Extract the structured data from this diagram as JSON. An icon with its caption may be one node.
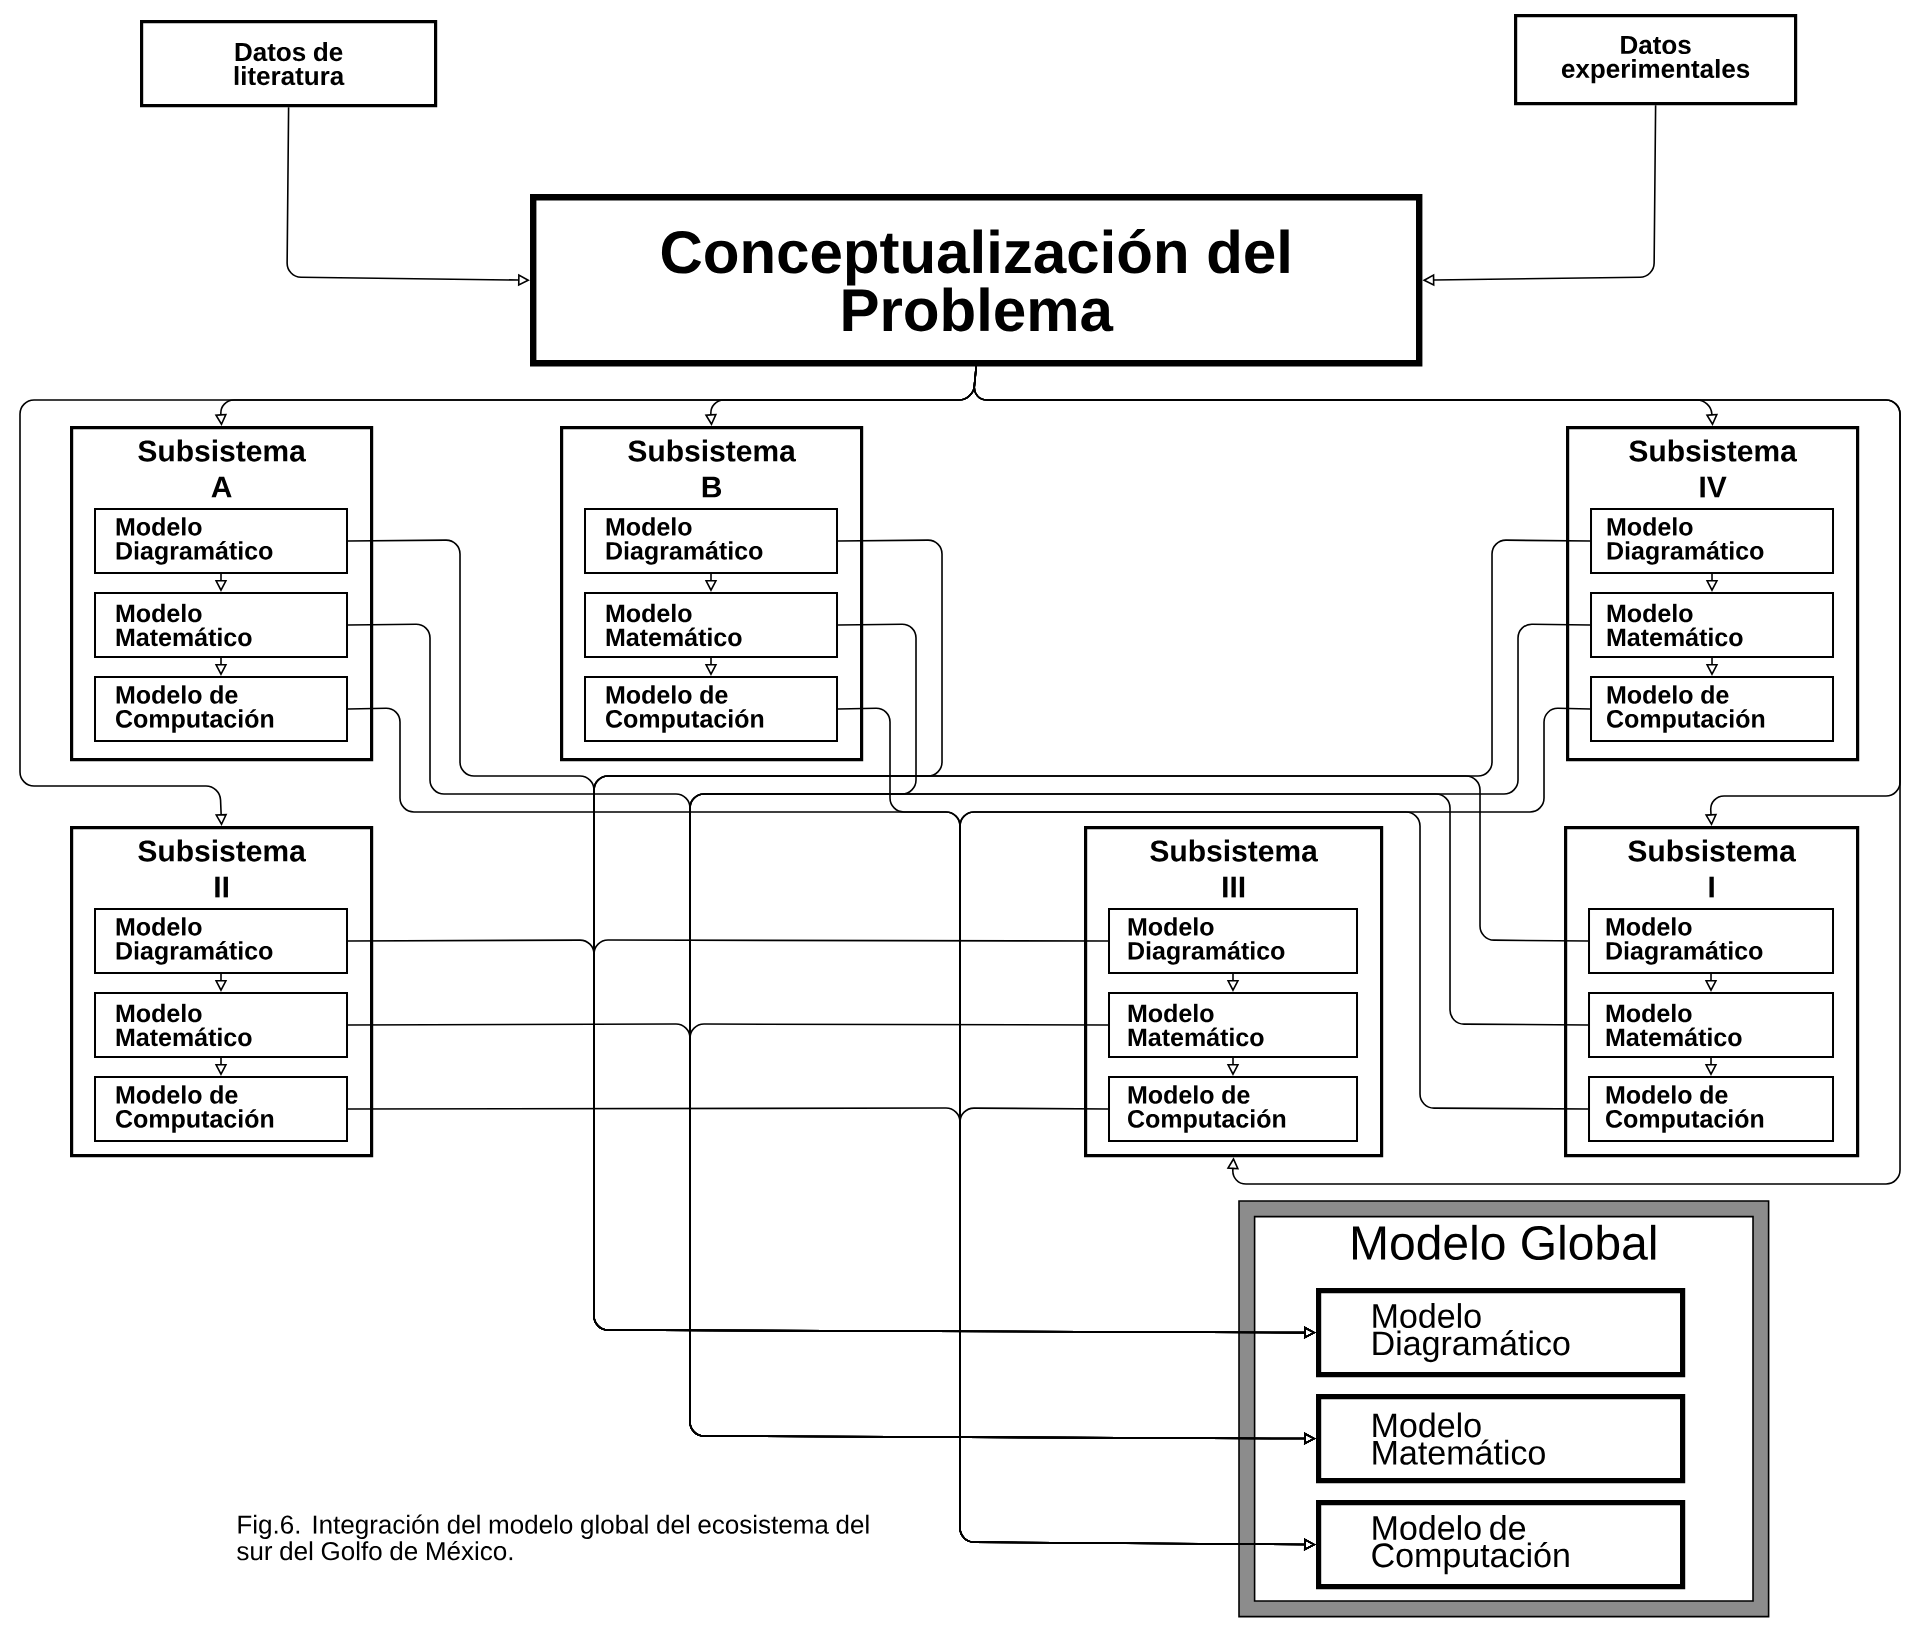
{
  "diagram": {
    "caption": "Fig.6. Integración del modelo global del ecosistema del sur del Golfo de México.",
    "nodes": [
      {
        "text": [
          "Datos de literatura"
        ]
      },
      {
        "text": [
          "Datos experimentales"
        ]
      },
      {
        "text": [
          "Conceptualización del Problema"
        ]
      },
      {
        "text": [
          "Subsistema A"
        ]
      },
      {
        "text": [
          "Modelo Diagramático"
        ],
        "in": 3
      },
      {
        "text": [
          "Modelo Matemático"
        ],
        "in": 3
      },
      {
        "text": [
          "Modelo de Computación"
        ],
        "in": 3
      },
      {
        "text": [
          "Subsistema B"
        ]
      },
      {
        "text": [
          "Modelo Diagramático"
        ],
        "in": 7
      },
      {
        "text": [
          "Modelo Matemático"
        ],
        "in": 7
      },
      {
        "text": [
          "Modelo de Computación"
        ],
        "in": 7
      },
      {
        "text": [
          "Subsistema IV"
        ]
      },
      {
        "text": [
          "Modelo Diagramático"
        ],
        "in": 11
      },
      {
        "text": [
          "Modelo Matemático"
        ],
        "in": 11
      },
      {
        "text": [
          "Modelo de Computación"
        ],
        "in": 11
      },
      {
        "text": [
          "Subsistema II"
        ]
      },
      {
        "text": [
          "Modelo Diagramático"
        ],
        "in": 15
      },
      {
        "text": [
          "Modelo Matemático"
        ],
        "in": 15
      },
      {
        "text": [
          "Modelo de Computación"
        ],
        "in": 15
      },
      {
        "text": [
          "Subsistema III"
        ]
      },
      {
        "text": [
          "Modelo Diagramático"
        ],
        "in": 19
      },
      {
        "text": [
          "Modelo Matemático"
        ],
        "in": 19
      },
      {
        "text": [
          "Modelo de Computación"
        ],
        "in": 19
      },
      {
        "text": [
          "Subsistema I"
        ]
      },
      {
        "text": [
          "Modelo Diagramático"
        ],
        "in": 23
      },
      {
        "text": [
          "Modelo Matemático"
        ],
        "in": 23
      },
      {
        "text": [
          "Modelo de Computación"
        ],
        "in": 23
      },
      {
        "text": [
          "Modelo Global"
        ]
      },
      {
        "text": [
          "Modelo Diagramático"
        ],
        "in": 27
      },
      {
        "text": [
          "Modelo Matemático"
        ],
        "in": 27
      },
      {
        "text": [
          "Modelo de Computación"
        ],
        "in": 27
      }
    ],
    "edges": [
      {
        "from": 0,
        "to": 2,
        "arrow": "to"
      },
      {
        "from": 1,
        "to": 2,
        "arrow": "to"
      },
      {
        "from": 2,
        "to": 3,
        "arrow": "to"
      },
      {
        "from": 2,
        "to": 7,
        "arrow": "to"
      },
      {
        "from": 2,
        "to": 11,
        "arrow": "to"
      },
      {
        "from": 2,
        "to": 15,
        "arrow": "to"
      },
      {
        "from": 2,
        "to": 23,
        "arrow": "to"
      },
      {
        "from": 2,
        "to": 19,
        "arrow": "to"
      },
      {
        "from": 4,
        "to": 5,
        "arrow": "to"
      },
      {
        "from": 5,
        "to": 6,
        "arrow": "to"
      },
      {
        "from": 8,
        "to": 9,
        "arrow": "to"
      },
      {
        "from": 9,
        "to": 10,
        "arrow": "to"
      },
      {
        "from": 12,
        "to": 13,
        "arrow": "to"
      },
      {
        "from": 13,
        "to": 14,
        "arrow": "to"
      },
      {
        "from": 16,
        "to": 17,
        "arrow": "to"
      },
      {
        "from": 17,
        "to": 18,
        "arrow": "to"
      },
      {
        "from": 20,
        "to": 21,
        "arrow": "to"
      },
      {
        "from": 21,
        "to": 22,
        "arrow": "to"
      },
      {
        "from": 24,
        "to": 25,
        "arrow": "to"
      },
      {
        "from": 25,
        "to": 26,
        "arrow": "to"
      },
      {
        "from": 4,
        "to": 28,
        "arrow": "to"
      },
      {
        "from": 8,
        "to": 28,
        "arrow": "to"
      },
      {
        "from": 12,
        "to": 28,
        "arrow": "to"
      },
      {
        "from": 16,
        "to": 28,
        "arrow": "to"
      },
      {
        "from": 20,
        "to": 28,
        "arrow": "to"
      },
      {
        "from": 24,
        "to": 28,
        "arrow": "to"
      },
      {
        "from": 5,
        "to": 29,
        "arrow": "to"
      },
      {
        "from": 9,
        "to": 29,
        "arrow": "to"
      },
      {
        "from": 13,
        "to": 29,
        "arrow": "to"
      },
      {
        "from": 17,
        "to": 29,
        "arrow": "to"
      },
      {
        "from": 21,
        "to": 29,
        "arrow": "to"
      },
      {
        "from": 25,
        "to": 29,
        "arrow": "to"
      },
      {
        "from": 6,
        "to": 30,
        "arrow": "to"
      },
      {
        "from": 10,
        "to": 30,
        "arrow": "to"
      },
      {
        "from": 14,
        "to": 30,
        "arrow": "to"
      },
      {
        "from": 18,
        "to": 30,
        "arrow": "to"
      },
      {
        "from": 22,
        "to": 30,
        "arrow": "to"
      },
      {
        "from": 26,
        "to": 30,
        "arrow": "to"
      }
    ]
  }
}
